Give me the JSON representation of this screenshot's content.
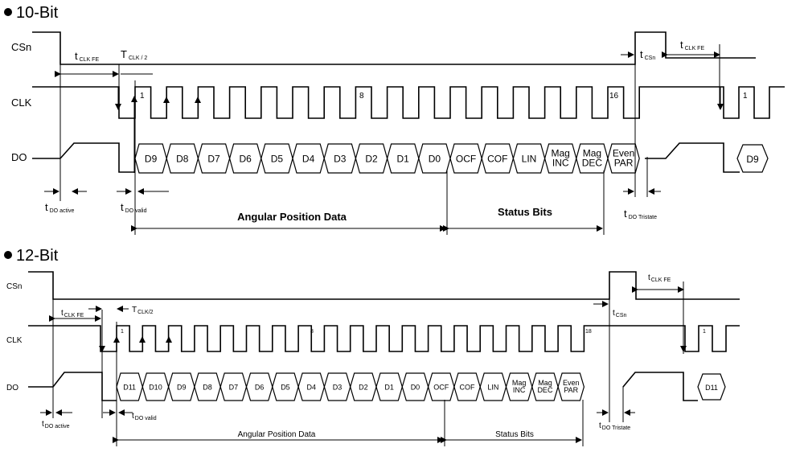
{
  "sections": [
    {
      "id": "10bit",
      "title": "10-Bit",
      "signals": [
        "CSn",
        "CLK",
        "DO"
      ],
      "clk_marks": [
        "1",
        "8",
        "16"
      ],
      "restart_clk_mark": "1",
      "bits": [
        "D9",
        "D8",
        "D7",
        "D6",
        "D5",
        "D4",
        "D3",
        "D2",
        "D1",
        "D0",
        "OCF",
        "COF",
        "LIN",
        "Mag|INC",
        "Mag|DEC",
        "Even|PAR"
      ],
      "restart_bit": "D9",
      "timing": {
        "tclkfe_a": "t",
        "tclkfe_a_sub": "CLK FE",
        "tclk2": "T",
        "tclk2_sub": "CLK / 2",
        "tcsn": "t",
        "tcsn_sub": "CSn",
        "tclkfe_b": "t",
        "tclkfe_b_sub": "CLK FE",
        "tdoactive": "t",
        "tdoactive_sub": "DO active",
        "tdovalid": "t",
        "tdovalid_sub": "DO valid",
        "tdotristate": "t",
        "tdotristate_sub": "DO Tristate"
      },
      "spans": {
        "angular": "Angular Position Data",
        "status": "Status Bits"
      }
    },
    {
      "id": "12bit",
      "title": "12-Bit",
      "signals": [
        "CSn",
        "CLK",
        "DO"
      ],
      "clk_marks": [
        "1",
        "8",
        "18"
      ],
      "restart_clk_mark": "1",
      "bits": [
        "D11",
        "D10",
        "D9",
        "D8",
        "D7",
        "D6",
        "D5",
        "D4",
        "D3",
        "D2",
        "D1",
        "D0",
        "OCF",
        "COF",
        "LIN",
        "Mag|INC",
        "Mag|DEC",
        "Even|PAR"
      ],
      "restart_bit": "D11",
      "timing": {
        "tclkfe_a": "t",
        "tclkfe_a_sub": "CLK FE",
        "tclk2": "T",
        "tclk2_sub": "CLK/2",
        "tcsn": "t",
        "tcsn_sub": "CSn",
        "tclkfe_b": "t",
        "tclkfe_b_sub": "CLK FE",
        "tdoactive": "t",
        "tdoactive_sub": "DO active",
        "tdovalid": "t",
        "tdovalid_sub": "DO valid",
        "tdotristate": "t",
        "tdotristate_sub": "DO Tristate"
      },
      "spans": {
        "angular": "Angular Position Data",
        "status": "Status Bits"
      }
    }
  ]
}
